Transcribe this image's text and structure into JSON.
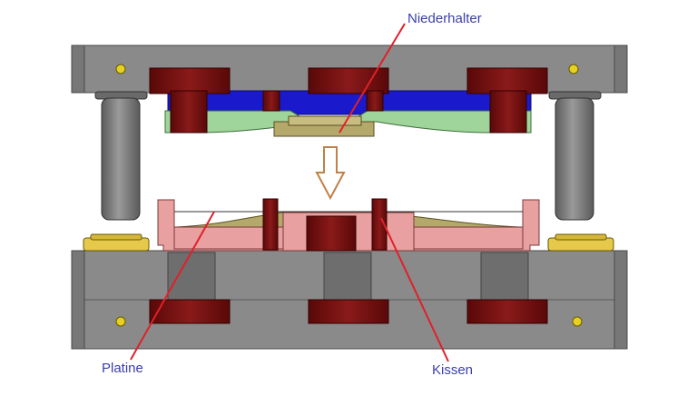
{
  "labels": {
    "niederhalter": "Niederhalter",
    "platine": "Platine",
    "kissen": "Kissen"
  },
  "colors": {
    "plate_gray": "#8a8a8a",
    "plate_dark": "#6f6f6f",
    "block_red": "#7a1010",
    "blue_plate": "#1a1acc",
    "green_part": "#9fd49a",
    "olive_part": "#b4a86a",
    "pink_part": "#e8a0a0",
    "column_gray": "#7d7d7d",
    "bolt_yellow": "#e6d21e",
    "leader_line": "#e0202a",
    "arrow_outline": "#c0804a",
    "label_text": "#3a3fa8"
  }
}
